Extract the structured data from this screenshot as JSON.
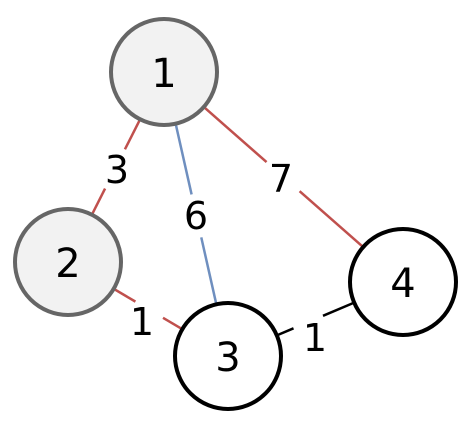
{
  "nodes": [
    {
      "id": "1",
      "label": "1",
      "visited": true
    },
    {
      "id": "2",
      "label": "2",
      "visited": true
    },
    {
      "id": "3",
      "label": "3",
      "visited": false
    },
    {
      "id": "4",
      "label": "4",
      "visited": false
    }
  ],
  "edges": [
    {
      "from": "1",
      "to": "2",
      "weight": "3",
      "color": "#c0504d"
    },
    {
      "from": "1",
      "to": "3",
      "weight": "6",
      "color": "#6f8fbf"
    },
    {
      "from": "1",
      "to": "4",
      "weight": "7",
      "color": "#c0504d"
    },
    {
      "from": "2",
      "to": "3",
      "weight": "1",
      "color": "#c0504d"
    },
    {
      "from": "3",
      "to": "4",
      "weight": "1",
      "color": "#000000"
    }
  ],
  "colors": {
    "visited_fill": "#f2f2f2",
    "visited_stroke": "#666666",
    "unvisited_fill": "#ffffff",
    "unvisited_stroke": "#000000"
  }
}
